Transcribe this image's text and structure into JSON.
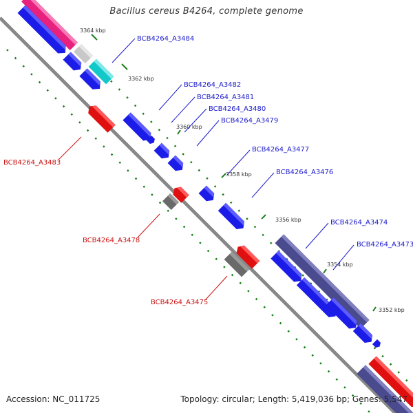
{
  "title": "Bacillus cereus B4264, complete genome",
  "footer": {
    "accession": "Accession: NC_011725",
    "topology": "Topology: circular; Length: 5,419,036 bp; Genes: 5,547"
  },
  "colors": {
    "backbone": "#808080",
    "ruler": "#1a7f1a",
    "forward_gene": "#1c1ce8",
    "reverse_gene": "#e01010",
    "blue_label": "#1a1acc",
    "red_label": "#cc1111",
    "pink": "#e8207e",
    "light_gray": "#c8c8c8",
    "cyan": "#12c8c8",
    "dark_gray": "#6a6a6a",
    "slate": "#4a4a8e"
  },
  "scale_ticks": [
    "3364 kbp",
    "3362 kbp",
    "3360 kbp",
    "3358 kbp",
    "3356 kbp",
    "3354 kbp",
    "3352 kbp"
  ],
  "gene_labels": [
    {
      "text": "BCB4264_A3484",
      "strand": "forward"
    },
    {
      "text": "BCB4264_A3482",
      "strand": "forward"
    },
    {
      "text": "BCB4264_A3481",
      "strand": "forward"
    },
    {
      "text": "BCB4264_A3480",
      "strand": "forward"
    },
    {
      "text": "BCB4264_A3479",
      "strand": "forward"
    },
    {
      "text": "BCB4264_A3477",
      "strand": "forward"
    },
    {
      "text": "BCB4264_A3476",
      "strand": "forward"
    },
    {
      "text": "BCB4264_A3474",
      "strand": "forward"
    },
    {
      "text": "BCB4264_A3473",
      "strand": "forward"
    },
    {
      "text": "BCB4264_A3483",
      "strand": "reverse"
    },
    {
      "text": "BCB4264_A3478",
      "strand": "reverse"
    },
    {
      "text": "BCB4264_A3475",
      "strand": "reverse"
    }
  ]
}
